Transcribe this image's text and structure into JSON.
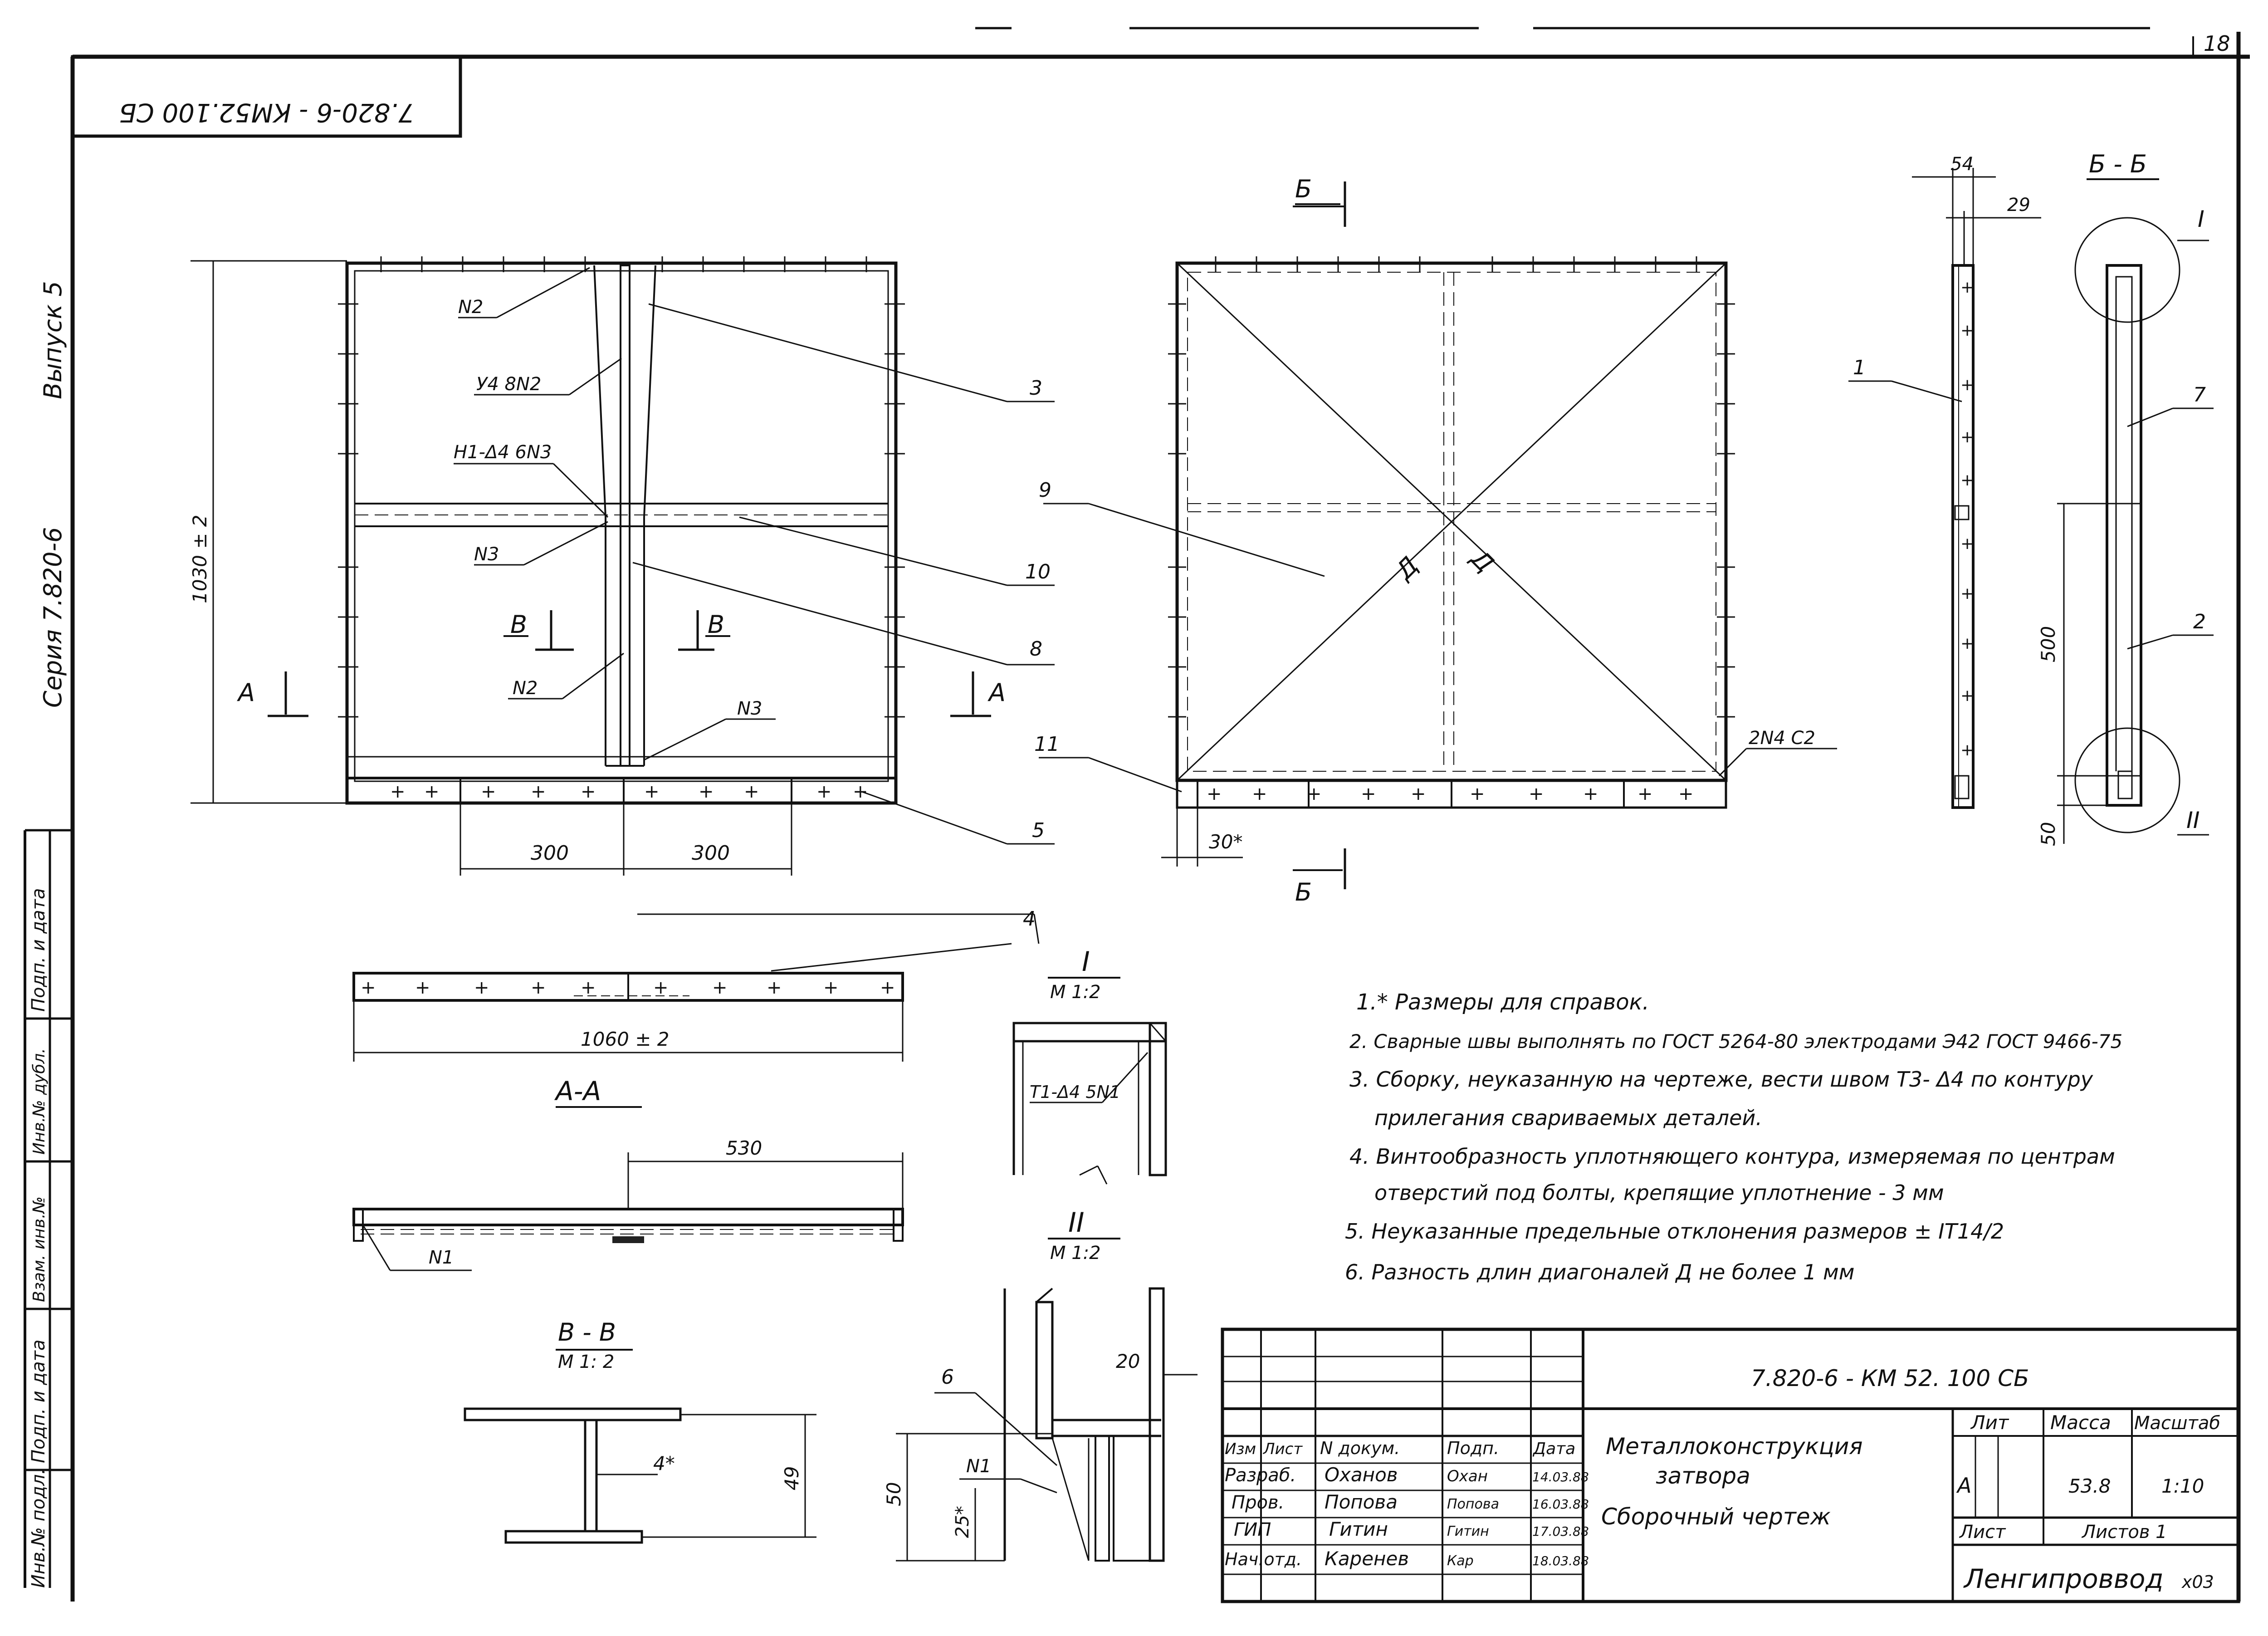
{
  "sheet_number": "18",
  "stamp_code": "7.820-6 - КМ52.100 СБ",
  "side": {
    "issue": "Выпуск 5",
    "series": "Серия 7.820-6",
    "labels": [
      "Подп. и дата",
      "Инв.№ дубл.",
      "Взам. инв.№",
      "Подп. и дата",
      "Инв.№ подл."
    ]
  },
  "front": {
    "height_dim": "1030 ± 2",
    "dim_left": "300",
    "dim_right": "300",
    "section_a": "А",
    "section_v": "В",
    "callouts": [
      "N2",
      "У4 8N2",
      "Н1-Δ4 6N3",
      "N3",
      "N2",
      "N3"
    ],
    "markers": [
      "3",
      "10",
      "8",
      "5"
    ]
  },
  "rear": {
    "cut_b": "Б",
    "diag": "Д",
    "dim_30": "30*",
    "callout_c2": "2N4  С2",
    "markers": [
      "9",
      "11"
    ]
  },
  "side_view": {
    "dim_54": "54",
    "dim_29": "29",
    "marker": "1"
  },
  "section_bb": {
    "title": "Б - Б",
    "dim_500": "500",
    "dim_50": "50",
    "markers": [
      "7",
      "2"
    ],
    "detail_1": "I",
    "detail_2": "II"
  },
  "section_aa": {
    "title": "А-А",
    "dim_1060": "1060 ± 2",
    "dim_530": "530",
    "marker": "4",
    "callout": "N1"
  },
  "detail_1": {
    "title": "I",
    "scale": "М 1:2",
    "callout": "Т1-Δ4  5N1"
  },
  "detail_2": {
    "title": "II",
    "scale": "М 1:2",
    "dim_20": "20",
    "dim_50": "50",
    "dim_25": "25*",
    "callout": "N1",
    "marker": "6"
  },
  "section_vv": {
    "title": "В - В",
    "scale": "М 1: 2",
    "dim_4": "4*",
    "dim_49": "49"
  },
  "notes": [
    "1.* Размеры для справок.",
    "2. Сварные швы выполнять по ГОСТ 5264-80 электродами Э42 ГОСТ 9466-75",
    "3. Сборку, неуказанную на чертеже, вести швом Т3- Δ4 по контуру",
    "прилегания свариваемых деталей.",
    "4. Винтообразность уплотняющего контура, измеряемая по центрам",
    "отверстий под болты, крепящие уплотнение - 3 мм",
    "5. Неуказанные предельные отклонения размеров ± IT14/2",
    "6. Разность длин диагоналей Д не более 1 мм"
  ],
  "title_block": {
    "doc_code": "7.820-6 - КМ 52. 100 СБ",
    "headers": [
      "Изм",
      "Лист",
      "N докум.",
      "Подп.",
      "Дата"
    ],
    "rows": [
      {
        "role": "Разраб.",
        "name": "Оханов",
        "sign": "Охан",
        "date": "14.03.88"
      },
      {
        "role": "Пров.",
        "name": "Попова",
        "sign": "Попова",
        "date": "16.03.88"
      },
      {
        "role": "ГИП",
        "name": "Гитин",
        "sign": "Гитин",
        "date": "17.03.88"
      },
      {
        "role": "Нач.отд.",
        "name": "Каренев",
        "sign": "Кар",
        "date": "18.03.88"
      }
    ],
    "product_line1": "Металлоконструкция",
    "product_line2": "затвора",
    "product_line3": "Сборочный    чертеж",
    "lit_header": "Лит",
    "mass_header": "Масса",
    "scale_header": "Масштаб",
    "lit_value": "А",
    "mass_value": "53.8",
    "scale_value": "1:10",
    "sheet_label": "Лист",
    "sheets_label": "Листов 1",
    "org": "Ленгипроввод",
    "format": "х03"
  }
}
